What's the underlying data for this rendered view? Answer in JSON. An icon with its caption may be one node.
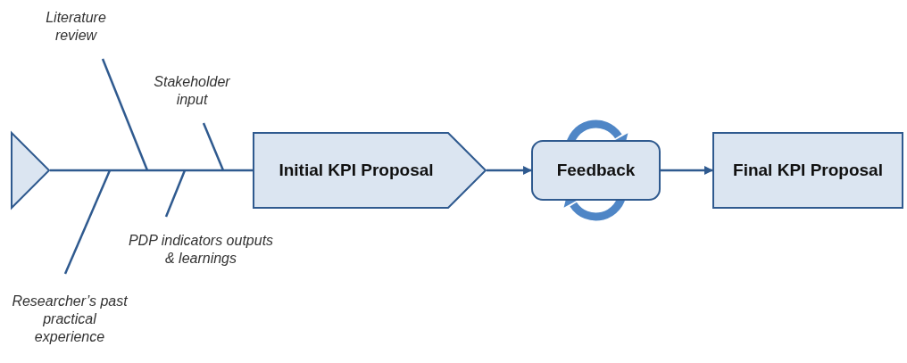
{
  "diagram": {
    "nodes": [
      {
        "text": [],
        "shape": "triangle"
      },
      {
        "text": [
          "Literature review"
        ]
      },
      {
        "text": [
          "Stakeholder input"
        ]
      },
      {
        "text": [
          "Researcher’s past practical experience"
        ]
      },
      {
        "text": [
          "PDP indicators outputs & learnings"
        ]
      },
      {
        "text": [
          "Initial KPI Proposal"
        ]
      },
      {
        "text": [
          "Feedback"
        ]
      },
      {
        "text": [
          "Final KPI Proposal"
        ]
      }
    ],
    "edges": [
      {
        "from": 0,
        "to": 5,
        "arrow": "none"
      },
      {
        "from": 1,
        "to": null,
        "arrow": "none"
      },
      {
        "from": 2,
        "to": null,
        "arrow": "none"
      },
      {
        "from": 3,
        "to": null,
        "arrow": "none"
      },
      {
        "from": 4,
        "to": null,
        "arrow": "none"
      },
      {
        "from": 5,
        "to": 6,
        "arrow": "to"
      },
      {
        "from": 6,
        "to": 7,
        "arrow": "to"
      }
    ]
  }
}
